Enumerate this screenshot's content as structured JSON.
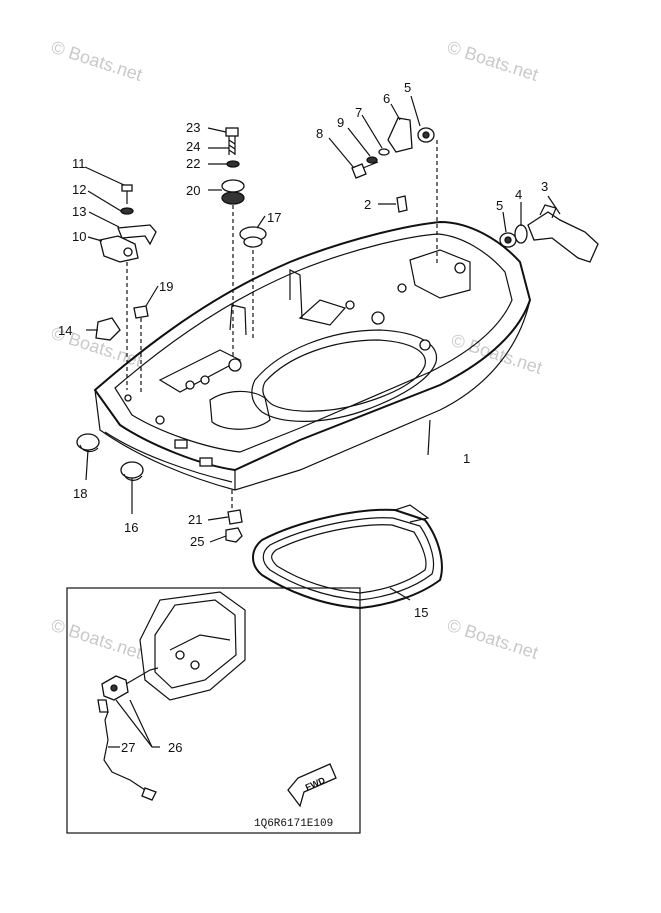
{
  "watermark": "© Boats.net",
  "diagram_code": "1Q6R6171E109",
  "fwd_label": "FWD",
  "callouts": {
    "c1": "1",
    "c2": "2",
    "c3": "3",
    "c4": "4",
    "c5a": "5",
    "c5b": "5",
    "c6": "6",
    "c7": "7",
    "c8": "8",
    "c9": "9",
    "c10": "10",
    "c11": "11",
    "c12": "12",
    "c13": "13",
    "c14": "14",
    "c15": "15",
    "c16": "16",
    "c17": "17",
    "c18": "18",
    "c19": "19",
    "c20": "20",
    "c21": "21",
    "c22": "22",
    "c23": "23",
    "c24": "24",
    "c25": "25",
    "c26": "26",
    "c27": "27"
  }
}
